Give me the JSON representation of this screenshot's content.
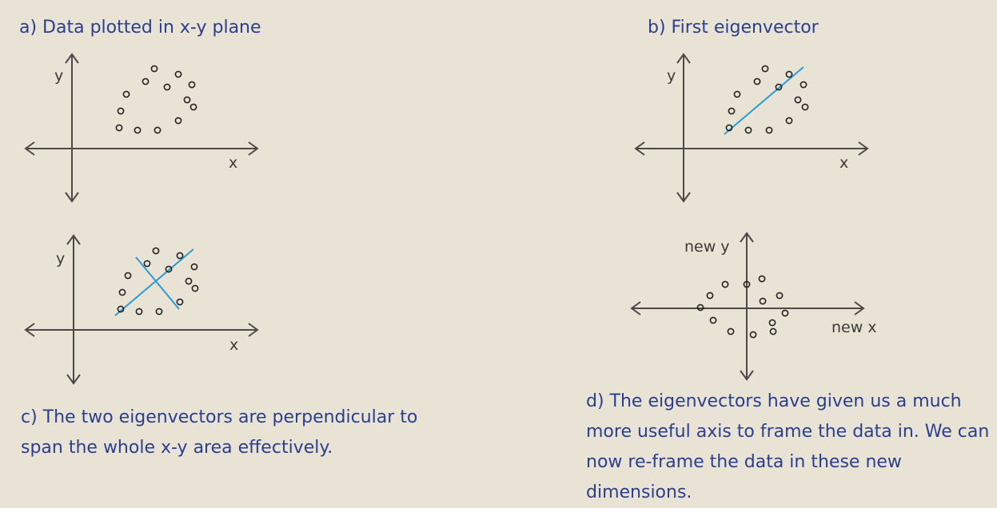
{
  "captions": {
    "a": "a) Data plotted in x-y plane",
    "b": "b) First eigenvector",
    "c": "c) The two eigenvectors are perpendicular to span the whole x-y area effectively.",
    "d": "d) The eigenvectors have given us a much more useful axis to frame the data in. We can now re-frame the data in these new dimensions."
  },
  "axis_labels": {
    "x": "x",
    "y": "y",
    "new_x": "new x",
    "new_y": "new y"
  },
  "colors": {
    "background": "#e9e3d5",
    "caption": "#2a3f8f",
    "axis": "#4a4a4a",
    "eigenvector": "#2a9bd6",
    "points": "#222222"
  }
}
